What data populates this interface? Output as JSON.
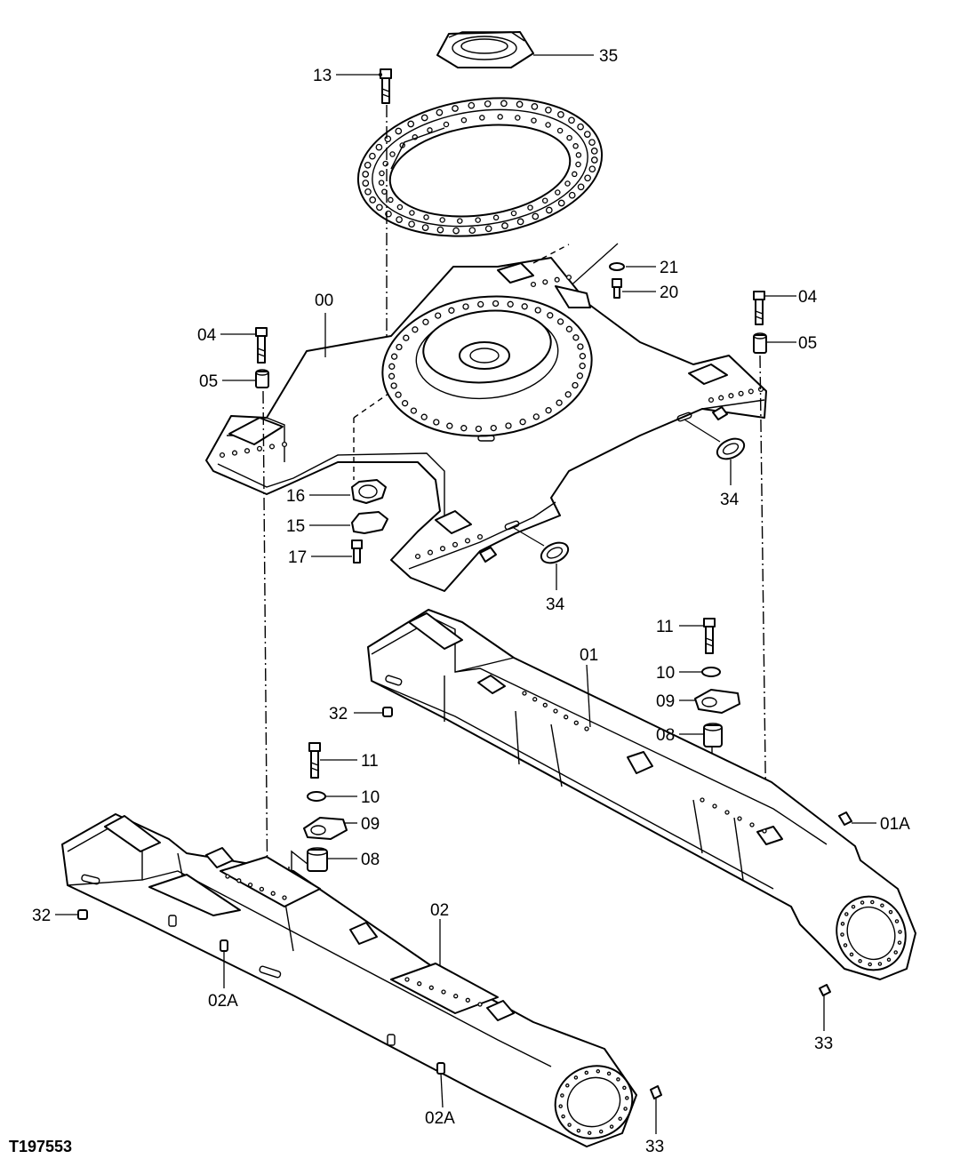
{
  "figure_code": "T197553",
  "callouts": {
    "c35": "35",
    "c13": "13",
    "c21": "21",
    "c20": "20",
    "c00": "00",
    "c04_left": "04",
    "c05_left": "05",
    "c04_right": "04",
    "c05_right": "05",
    "c16": "16",
    "c15": "15",
    "c17": "17",
    "c34_right": "34",
    "c34_center": "34",
    "c11_right": "11",
    "c10_right": "10",
    "c09_right": "09",
    "c08_right": "08",
    "c01": "01",
    "c32_right": "32",
    "c01A": "01A",
    "c33_right": "33",
    "c11_left": "11",
    "c10_left": "10",
    "c09_left": "09",
    "c08_left": "08",
    "c02": "02",
    "c32_left": "32",
    "c02A_left": "02A",
    "c02A_bottom": "02A",
    "c33_bottom": "33"
  }
}
